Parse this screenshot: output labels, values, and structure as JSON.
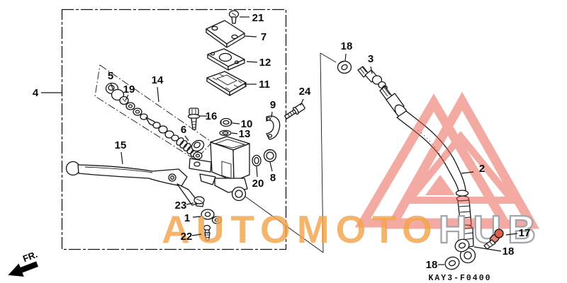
{
  "watermark": {
    "brand_left": "AUTOMOTO",
    "brand_right": "HUB",
    "triangle_color": "#E8584A",
    "left_text_color": "#F4A44C",
    "hub_text_color": "#FFFFFF",
    "hub_outline_color": "#A2A6AA"
  },
  "footer": {
    "diagram_code": "KAY3-F0400"
  },
  "orientation": {
    "front_label": "FR."
  },
  "parts": {
    "p1": "1",
    "p2": "2",
    "p3": "3",
    "p4": "4",
    "p5": "5",
    "p6": "6",
    "p7": "7",
    "p8": "8",
    "p9": "9",
    "p10": "10",
    "p11": "11",
    "p12": "12",
    "p13": "13",
    "p14": "14",
    "p15": "15",
    "p16": "16",
    "p17": "17",
    "p18_top": "18",
    "p18_mid": "18",
    "p18_low": "18",
    "p19": "19",
    "p20": "20",
    "p21": "21",
    "p22": "22",
    "p23": "23",
    "p24": "24"
  }
}
